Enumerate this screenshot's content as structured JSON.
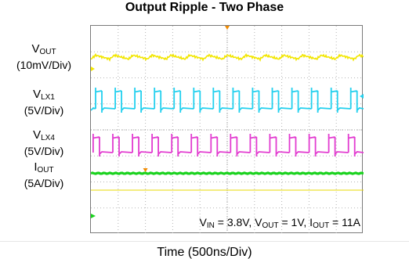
{
  "chart_data": {
    "type": "line",
    "title": "Output Ripple - Two Phase",
    "xlabel": "Time (500ns/Div)",
    "time_per_div_ns": 500,
    "divisions": {
      "x": 10,
      "y": 8
    },
    "grid": true,
    "channels": [
      {
        "name_main": "V",
        "name_sub": "OUT",
        "scale": "(10mV/Div)",
        "color": "#f2e600",
        "waveform": "ripple"
      },
      {
        "name_main": "V",
        "name_sub": "LX1",
        "scale": "(5V/Div)",
        "color": "#22d0ee",
        "waveform": "switching"
      },
      {
        "name_main": "V",
        "name_sub": "LX4",
        "scale": "(5V/Div)",
        "color": "#e23cd0",
        "waveform": "switching"
      },
      {
        "name_main": "I",
        "name_sub": "OUT",
        "scale": "(5A/Div)",
        "color": "#19d21d",
        "waveform": "dc"
      }
    ],
    "conditions": [
      {
        "main": "V",
        "sub": "IN",
        "value": " = 3.8V, "
      },
      {
        "main": "V",
        "sub": "OUT",
        "value": " = 1V, "
      },
      {
        "main": "I",
        "sub": "OUT",
        "value": " = 11A"
      }
    ]
  }
}
